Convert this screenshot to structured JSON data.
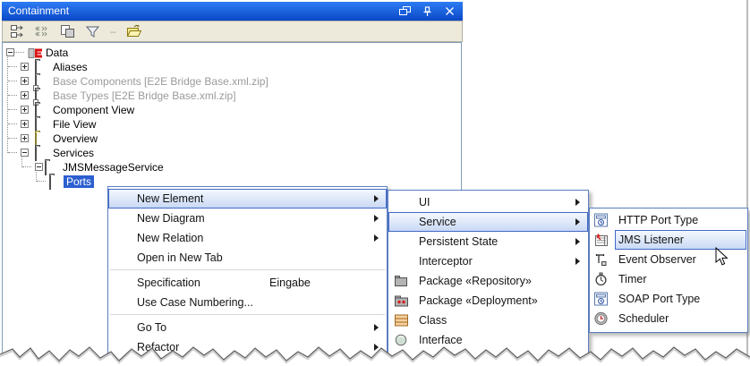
{
  "colors": {
    "titlebar_top": "#2e7cf2",
    "titlebar_bottom": "#0a48c8",
    "tree_selection": "#2c5fd0",
    "menu_border": "#5b7ec2",
    "menu_highlight_border": "#4169c8",
    "menu_highlight_fill": "#c7d7f4",
    "toolbar_bg": "#edeadb",
    "tree_border": "#7f9db9",
    "folder_yellow": "#f2eaa0"
  },
  "panel": {
    "title": "Containment",
    "titlebar_buttons": [
      "float",
      "pin",
      "close"
    ]
  },
  "toolbar": {
    "icons": [
      "expand-all",
      "collapse-markers",
      "copy-structure",
      "filter",
      "open-project"
    ]
  },
  "tree": {
    "items": [
      {
        "label": "Data",
        "depth": 0,
        "expander": "minus",
        "icon": "model",
        "state": "normal"
      },
      {
        "label": "Aliases",
        "depth": 1,
        "expander": "plus",
        "icon": "folder-gray",
        "state": "normal"
      },
      {
        "label": "Base Components [E2E Bridge Base.xml.zip]",
        "depth": 1,
        "expander": "plus",
        "icon": "folder-file",
        "state": "grayed"
      },
      {
        "label": "Base Types [E2E Bridge Base.xml.zip]",
        "depth": 1,
        "expander": "plus",
        "icon": "folder-file",
        "state": "grayed"
      },
      {
        "label": "Component View",
        "depth": 1,
        "expander": "plus",
        "icon": "folder-gray",
        "state": "normal"
      },
      {
        "label": "File View",
        "depth": 1,
        "expander": "plus",
        "icon": "folder-gray",
        "state": "normal"
      },
      {
        "label": "Overview",
        "depth": 1,
        "expander": "plus",
        "icon": "folder-yellow",
        "state": "normal"
      },
      {
        "label": "Services",
        "depth": 1,
        "expander": "minus",
        "icon": "folder-gray",
        "state": "normal"
      },
      {
        "label": "JMSMessageService",
        "depth": 2,
        "expander": "minus",
        "icon": "folder-gray",
        "state": "normal"
      },
      {
        "label": "Ports",
        "depth": 3,
        "expander": "none",
        "icon": "folder-gray",
        "state": "selected"
      }
    ]
  },
  "context_menu": {
    "items": [
      {
        "label": "New Element",
        "submenu": true,
        "highlighted": true
      },
      {
        "label": "New Diagram",
        "submenu": true
      },
      {
        "label": "New Relation",
        "submenu": true
      },
      {
        "label": "Open in New Tab"
      },
      {
        "separator": true
      },
      {
        "label": "Specification",
        "shortcut": "Eingabe"
      },
      {
        "label": "Use Case Numbering..."
      },
      {
        "separator": true
      },
      {
        "label": "Go To",
        "submenu": true
      },
      {
        "label": "Refactor",
        "submenu": true
      }
    ]
  },
  "element_submenu": {
    "items": [
      {
        "label": "UI",
        "submenu": true
      },
      {
        "label": "Service",
        "submenu": true,
        "highlighted": true
      },
      {
        "label": "Persistent State",
        "submenu": true
      },
      {
        "label": "Interceptor",
        "submenu": true
      },
      {
        "label": "Package «Repository»",
        "icon": "package"
      },
      {
        "label": "Package «Deployment»",
        "icon": "package-deployment"
      },
      {
        "label": "Class",
        "icon": "class"
      },
      {
        "label": "Interface",
        "icon": "interface"
      }
    ]
  },
  "service_submenu": {
    "items": [
      {
        "label": "HTTP Port Type",
        "icon": "http-port-type"
      },
      {
        "label": "JMS Listener",
        "icon": "jms-listener",
        "highlighted": true
      },
      {
        "label": "Event Observer",
        "icon": "event-observer"
      },
      {
        "label": "Timer",
        "icon": "timer"
      },
      {
        "label": "SOAP Port Type",
        "icon": "soap-port-type"
      },
      {
        "label": "Scheduler",
        "icon": "scheduler"
      }
    ]
  }
}
